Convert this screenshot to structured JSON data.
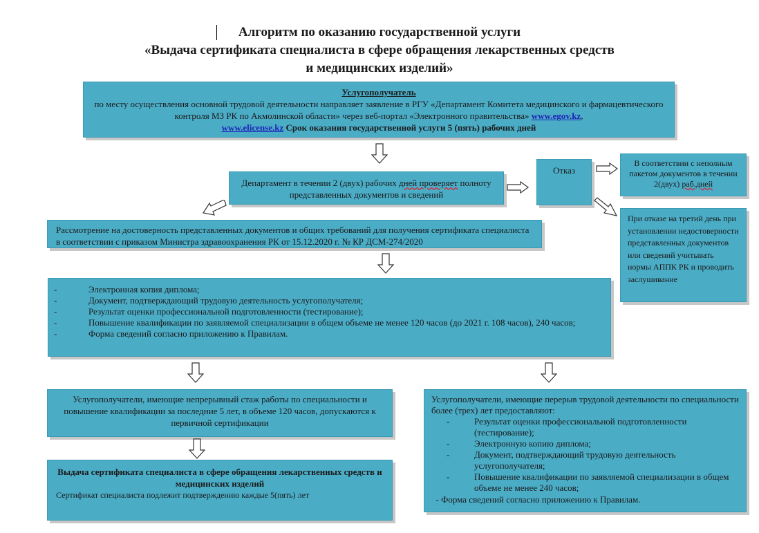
{
  "title": {
    "line1": "Алгоритм по оказанию государственной услуги",
    "line2": "«Выдача сертификата специалиста в сфере обращения лекарственных средств",
    "line3": "и медицинских изделий»"
  },
  "box1": {
    "heading": "Услугополучатель",
    "text1": "по месту осуществления основной трудовой деятельности направляет заявление в РГУ «Департамент Комитета медицинского и фармацевтического контроля МЗ РК по Акмолинской области» через веб-портал «Электронного правительства» ",
    "link1": "www.egov.kz",
    "sep": ",",
    "link2": "www.elicense.kz",
    "deadline": " Срок оказания государственной услуги 5 (пять) рабочих дней"
  },
  "box2": {
    "text_a": "Департамент в течении 2 (двух) рабочих ",
    "text_wavy": "дней  проверяет",
    "text_b": " полноту представленных документов и сведений"
  },
  "box3": {
    "text": "Отказ"
  },
  "box4": {
    "text_a": "В соответствии с неполным пакетом документов в течении 2(двух) ",
    "text_wavy": "раб.дней"
  },
  "box5": {
    "text": "При отказе на третий день при установлении недостоверности представленных документов или сведений учитывать нормы АППК РК и проводить заслушивание"
  },
  "box6": {
    "text": "Рассмотрение на достоверность представленных документов и общих требований для получения сертификата специалиста в соответствии с приказом Министра здравоохранения РК от 15.12.2020 г. № КР ДСМ-274/2020"
  },
  "box7": {
    "items": [
      {
        "dash": "-",
        "text": "Электронная копия диплома;"
      },
      {
        "dash": "-",
        "text": " Документ, подтверждающий трудовую деятельность услугополучателя;"
      },
      {
        "dash": "-",
        "text": "Результат оценки профессиональной подготовленности (тестирование);"
      },
      {
        "dash": "-",
        "text": "Повышение квалификации по заявляемой специализации в общем объеме не менее 120 часов (до 2021 г. 108 часов), 240 часов;"
      },
      {
        "dash": "-",
        "text": "Форма сведений согласно приложению к Правилам."
      }
    ]
  },
  "box8": {
    "text": "Услугополучатели, имеющие непрерывный стаж работы по специальности и повышение квалификации за последние 5 лет, в объеме 120 часов, допускаются к первичной сертификации"
  },
  "box9": {
    "intro": "Услугополучатели, имеющие перерыв трудовой деятельности по специальности более (трех) лет предоставляют:",
    "items": [
      {
        "dash": "-",
        "text": "Результат оценки профессиональной подготовленности (тестирование);"
      },
      {
        "dash": "-",
        "text": "Электронную копию диплома;"
      },
      {
        "dash": "-",
        "text": "Документ, подтверждающий трудовую деятельность услугополучателя;"
      },
      {
        "dash": "-",
        "text": "Повышение квалификации по заявляемой специализации в общем объеме не менее 240 часов;"
      }
    ],
    "last": "  - Форма сведений согласно приложению к Правилам."
  },
  "box10": {
    "heading": "Выдача сертификата специалиста в сфере обращения лекарственных средств и медицинских изделий",
    "text": "Сертификат специалиста подлежит подтверждению каждые 5(пять) лет"
  },
  "colors": {
    "box": "#4bacc6",
    "link": "#1f25b8"
  }
}
